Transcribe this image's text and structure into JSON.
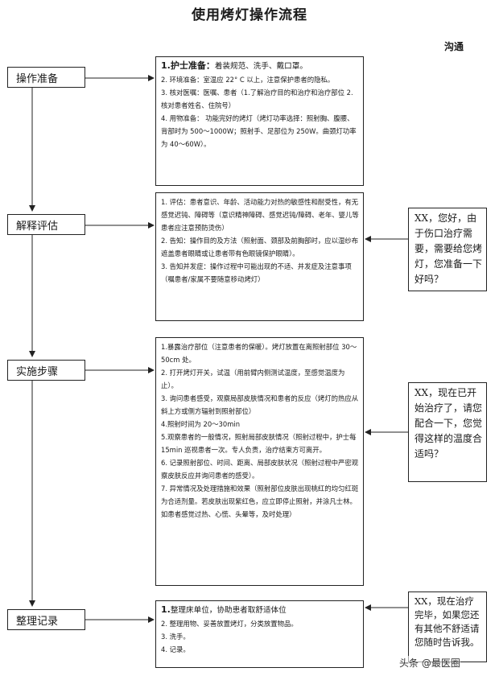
{
  "title": "使用烤灯操作流程",
  "communication_label": "沟通",
  "steps": [
    {
      "label": "操作准备",
      "items": [
        {
          "lead": "1.护士准备：",
          "text": "着装规范、洗手、戴口罩。"
        },
        {
          "text": "2. 环境准备：室温应 22° C 以上，注意保护患者的隐私。"
        },
        {
          "text": "3.  核对医嘱：医嘱、患者（1.了解治疗目的和治疗和治疗部位 2.核对患者姓名、住院号）"
        },
        {
          "text": "4.  用物准备：  功能完好的烤灯（烤灯功率选择：照射胸、腹腰、背部时为 500～1000W；照射手、足部位为 250W。曲颈灯功率为 40～60W）。"
        }
      ]
    },
    {
      "label": "解释评估",
      "items": [
        {
          "text": "1. 评估：患者意识、年龄、活动能力对热的敏感性和耐受性，有无感觉迟钝、障碍等（意识精神障碍、感觉迟钝/障碍、老年、婴儿等患者应注意预防烫伤）"
        },
        {
          "text": "2. 告知：操作目的及方法（照射面、颈部及前胸部时，应以湿纱布遮盖患者眼睛或让患者带有色眼镜保护眼睛）。"
        },
        {
          "text": "3. 告知并发症：操作过程中可能出现的不适、并发症及注意事项（嘱患者/家属不要随意移动烤灯）"
        }
      ],
      "talk": "XX，您好，由于伤口治疗需要，需要给您烤灯，您准备一下好吗？"
    },
    {
      "label": "实施步骤",
      "items": [
        {
          "text": "1.暴露治疗部位（注意患者的保暖）。烤灯放置在离照射部位 30～50cm 处。"
        },
        {
          "text": "2. 打开烤灯开关，试温（用前臂内侧测试温度，至感觉温度为止）。"
        },
        {
          "text": "3. 询问患者感受，观察局部皮肤情况和患者的反应（烤灯的热应从斜上方或侧方辐射到照射部位）"
        },
        {
          "text": "4.照射时间为 20～30min"
        },
        {
          "text": "5.观察患者的一般情况，照射局部皮肤情况（照射过程中，护士每 15min 巡视患者一次。专人负责，治疗结束方可离开。"
        },
        {
          "text": "6.  记录照射部位、时间、距离、局部皮肤状况（照射过程中严密观察皮肤反应并询问患者的感受）。"
        },
        {
          "text": "7.  异常情况及处理措施和效果（照射部位皮肤出现桃红的均匀红斑为合适剂量。若皮肤出现紫红色，应立即停止照射，并涂凡士林。如患者感觉过热、心慌、头晕等，及时处理）"
        }
      ],
      "talk": "XX，现在已开始治疗了，请您配合一下，您觉得这样的温度合适吗？"
    },
    {
      "label": "整理记录",
      "items": [
        {
          "lead": "1.",
          "text": "整理床单位，协助患者取舒适体位"
        },
        {
          "text": "2. 整理用物、妥善放置烤灯，分类放置物品。"
        },
        {
          "text": "3. 洗手。"
        },
        {
          "text": "4. 记录。"
        }
      ],
      "talk": "XX，现在治疗完毕，如果您还有其他不舒适请您随时告诉我。"
    }
  ],
  "watermark": "头条 @最医圈"
}
